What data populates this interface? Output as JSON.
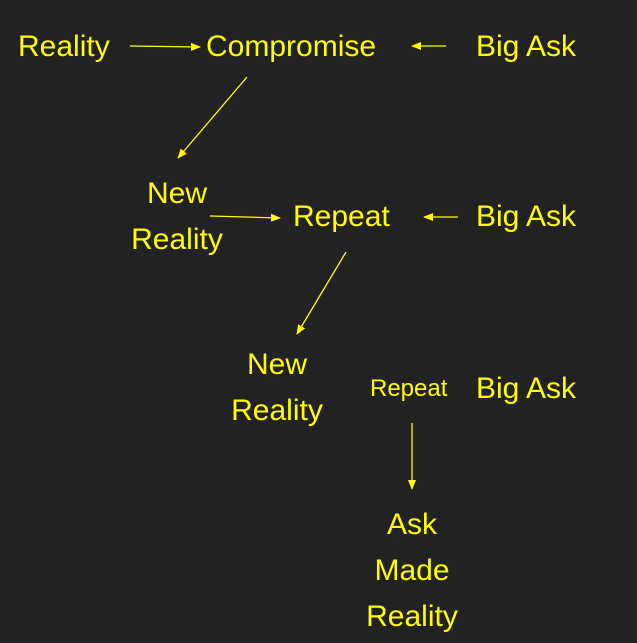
{
  "colors": {
    "background": "#222222",
    "text": "#FFFF00",
    "arrow": "#FFFF00"
  },
  "diagram": {
    "row1": {
      "reality": "Reality",
      "compromise": "Compromise",
      "big_ask": "Big Ask"
    },
    "row2": {
      "new_reality": [
        "New",
        "Reality"
      ],
      "repeat": "Repeat",
      "big_ask": "Big Ask"
    },
    "row3": {
      "new_reality": [
        "New",
        "Reality"
      ],
      "repeat": "Repeat",
      "big_ask": "Big Ask"
    },
    "result": {
      "lines": [
        "Ask",
        "Made",
        "Reality"
      ]
    }
  }
}
